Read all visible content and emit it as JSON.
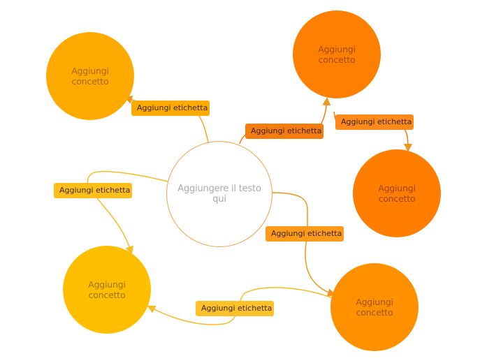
{
  "colors": {
    "edge_default": "#f0961e",
    "edge_yellow": "#f9bb22",
    "central_border": "#f4a24a"
  },
  "central": {
    "text": "Aggiungere il testo qui"
  },
  "concepts": [
    {
      "id": "top-left",
      "text": "Aggiungi concetto",
      "color": "#ffaa00",
      "text_color": "#a8660a"
    },
    {
      "id": "top-right",
      "text": "Aggiungi concetto",
      "color": "#ff8000",
      "text_color": "#9e4c00"
    },
    {
      "id": "right",
      "text": "Aggiungi concetto",
      "color": "#ff7d00",
      "text_color": "#9b4700"
    },
    {
      "id": "bottom-right",
      "text": "Aggiungi concetto",
      "color": "#ff9100",
      "text_color": "#9e5400"
    },
    {
      "id": "bottom-left",
      "text": "Aggiungi concetto",
      "color": "#ffbf00",
      "text_color": "#9c7300"
    }
  ],
  "labels": [
    {
      "id": "top-left-link",
      "text": "Aggiungi etichetta",
      "color": "#ffaa00",
      "text_color": "#3a2a10"
    },
    {
      "id": "top-right-link",
      "text": "Aggiungi etichetta",
      "color": "#f57d10",
      "text_color": "#3a2008"
    },
    {
      "id": "right-chain-link",
      "text": "Aggiungi etichetta",
      "color": "#ff8a1a",
      "text_color": "#3a2008"
    },
    {
      "id": "left-link",
      "text": "Aggiungi etichetta",
      "color": "#ffbf1a",
      "text_color": "#3a2a08"
    },
    {
      "id": "bottom-right-link",
      "text": "Aggiungi etichetta",
      "color": "#ff9a1a",
      "text_color": "#3a2208"
    },
    {
      "id": "bottom-link",
      "text": "Aggiungi etichetta",
      "color": "#ffc12a",
      "text_color": "#3a2a08"
    }
  ]
}
